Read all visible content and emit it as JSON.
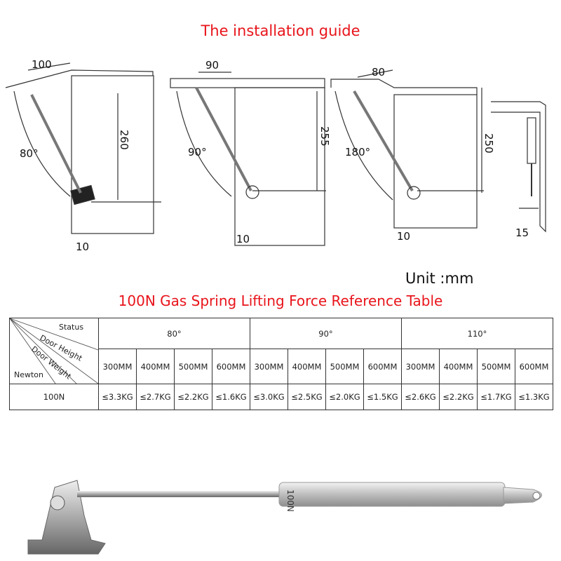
{
  "title": "The installation guide",
  "diagrams": [
    {
      "width": "100",
      "angle": "80°",
      "height": "260",
      "offset": "10"
    },
    {
      "width": "90",
      "angle": "90°",
      "height": "255",
      "offset": "10"
    },
    {
      "width": "80",
      "angle": "180°",
      "height": "250",
      "offset": "10"
    },
    {
      "offset": "15"
    }
  ],
  "unit": "Unit :mm",
  "table_title": "100N Gas Spring Lifting Force Reference Table",
  "table": {
    "corner": {
      "status": "Status",
      "door_height": "Door Height",
      "door_weight": "Door Weight",
      "newton": "Newton"
    },
    "angles": [
      "80°",
      "90°",
      "110°"
    ],
    "heights": [
      "300MM",
      "400MM",
      "500MM",
      "600MM",
      "300MM",
      "400MM",
      "500MM",
      "600MM",
      "300MM",
      "400MM",
      "500MM",
      "600MM"
    ],
    "row_label": "100N",
    "values": [
      "≤3.3KG",
      "≤2.7KG",
      "≤2.2KG",
      "≤1.6KG",
      "≤3.0KG",
      "≤2.5KG",
      "≤2.0KG",
      "≤1.5KG",
      "≤2.6KG",
      "≤2.2KG",
      "≤1.7KG",
      "≤1.3KG"
    ]
  },
  "product": {
    "label": "100N"
  }
}
